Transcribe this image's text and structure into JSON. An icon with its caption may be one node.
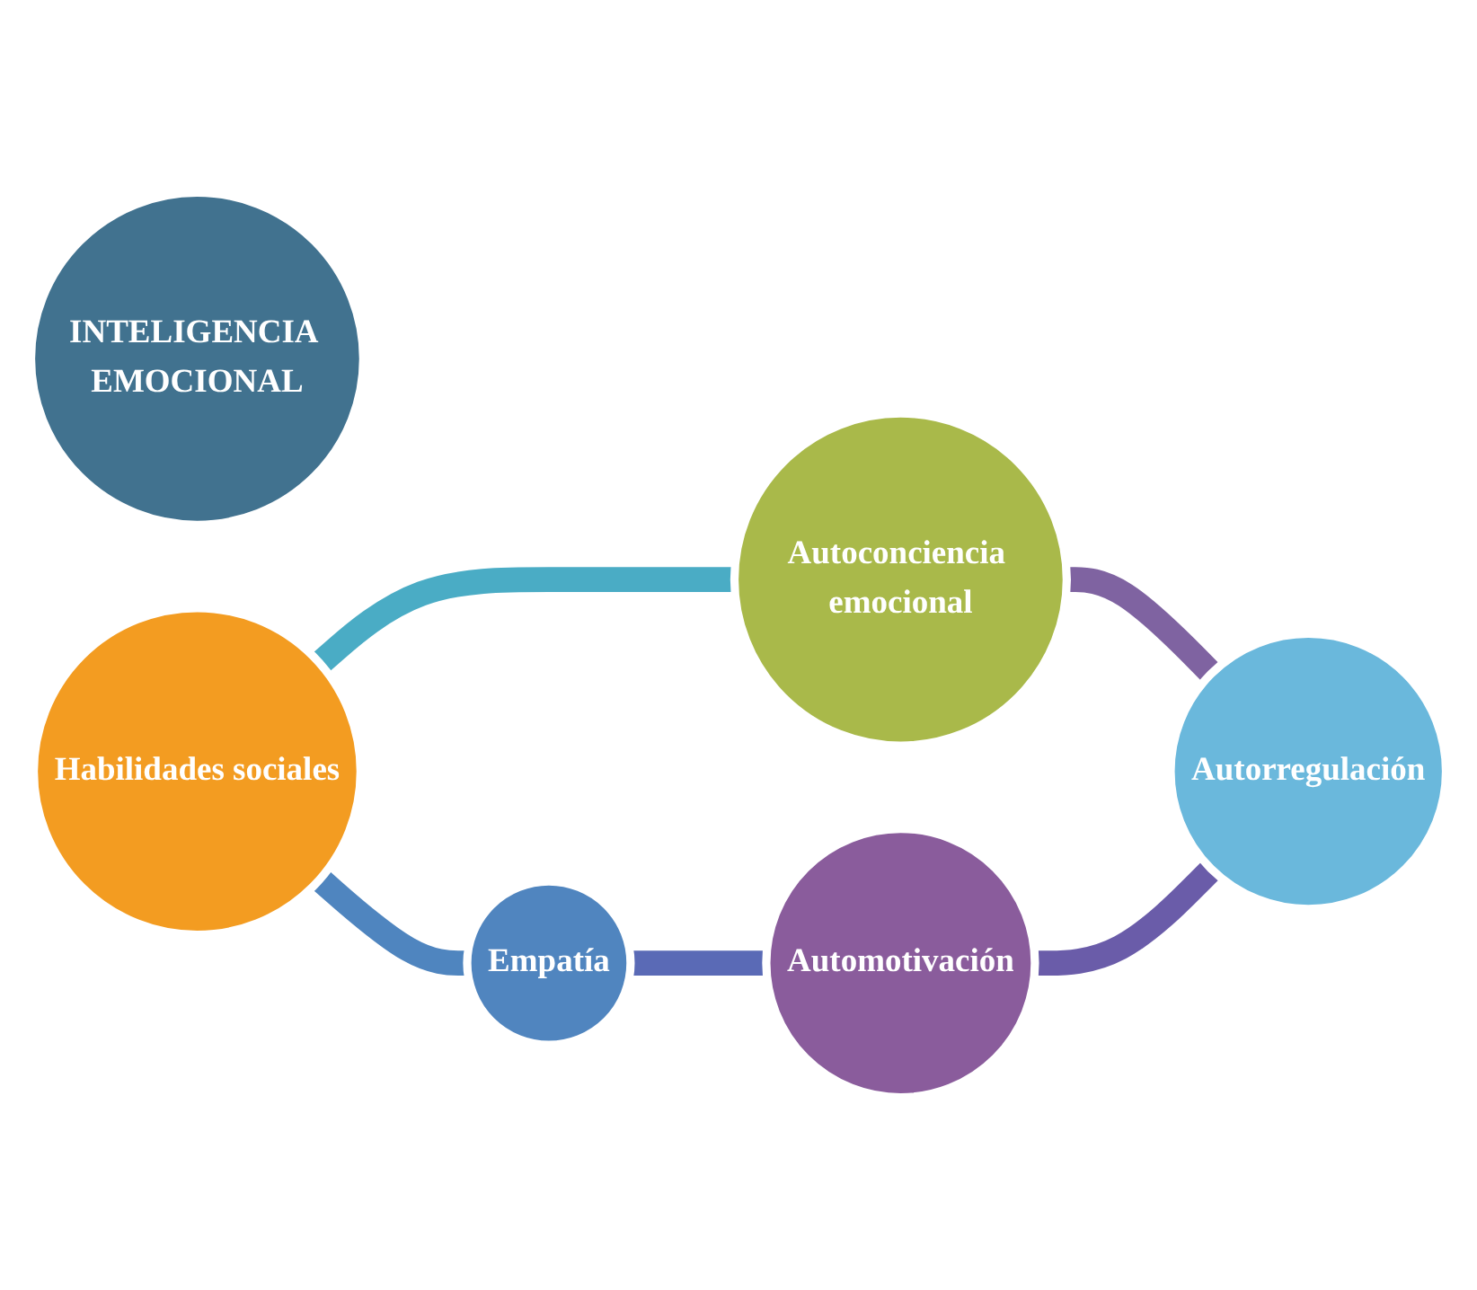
{
  "diagram": {
    "nodes": [
      {
        "text": [
          "INTELIGENCIA EMOCIONAL"
        ]
      },
      {
        "text": [
          "Autoconciencia emocional"
        ]
      },
      {
        "text": [
          "Autorregulación"
        ]
      },
      {
        "text": [
          "Automotivación"
        ]
      },
      {
        "text": [
          "Empatía"
        ]
      },
      {
        "text": [
          "Habilidades sociales"
        ]
      }
    ],
    "edges": [
      {
        "from": 1,
        "to": 2,
        "arrow": "none",
        "color": "#7f63a1"
      },
      {
        "from": 3,
        "to": 2,
        "arrow": "none",
        "color": "#6a5ca9"
      },
      {
        "from": 4,
        "to": 3,
        "arrow": "none",
        "color": "#5a6ab6"
      },
      {
        "from": 5,
        "to": 4,
        "arrow": "none",
        "color": "#4f85bf"
      },
      {
        "from": 5,
        "to": 1,
        "arrow": "none",
        "color": "#4aacc5"
      }
    ]
  }
}
